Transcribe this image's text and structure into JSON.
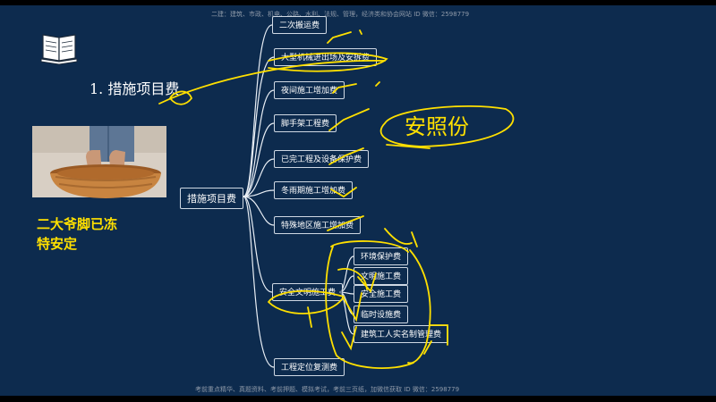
{
  "watermark_top": "二建：建筑、市政、机电、公路、水利、法规、管理，经济类和协会网站 ID 微信：2598779",
  "watermark_bottom": "考前重点精华、真题资料、考前押题、模拟考试，考前三页纸，加微信获取 ID 微信：2598779",
  "title": "1. 措施项目费",
  "caption_line1": "二大爷脚已冻",
  "caption_line2": "特安定",
  "handwriting": "安照份",
  "root": "措施项目费",
  "branches": [
    "二次搬运费",
    "大型机械进出场及安拆费",
    "夜间施工增加费",
    "脚手架工程费",
    "已完工程及设备保护费",
    "冬雨期施工增加费",
    "特殊地区施工增加费",
    "安全文明施工费",
    "工程定位复测费"
  ],
  "sub_branches": [
    "环境保护费",
    "文明施工费",
    "安全施工费",
    "临时设施费",
    "建筑工人实名制管理费"
  ],
  "icons": {
    "book": "book-icon",
    "photo": "foot-bath-photo"
  },
  "colors": {
    "background": "#0d2b4e",
    "annotation": "#ffe000",
    "text": "#ffffff",
    "line": "#cfd8e3"
  }
}
